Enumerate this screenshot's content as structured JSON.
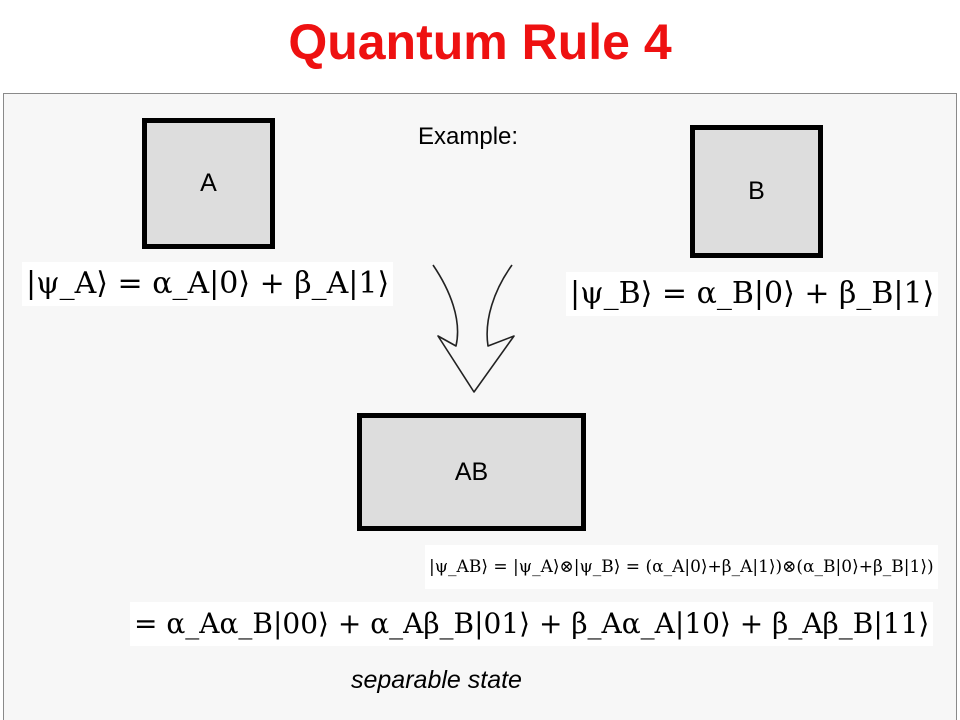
{
  "slide": {
    "title": "Quantum Rule 4",
    "example_label": "Example:",
    "footer_label": "separable state"
  },
  "systems": {
    "a": {
      "label": "A",
      "state": "|ψ_A⟩ = α_A|0⟩ + β_A|1⟩"
    },
    "b": {
      "label": "B",
      "state": "|ψ_B⟩ = α_B|0⟩ + β_B|1⟩"
    },
    "ab": {
      "label": "AB",
      "state_line1": "|ψ_AB⟩ = |ψ_A⟩⊗|ψ_B⟩ = (α_A|0⟩+β_A|1⟩)⊗(α_B|0⟩+β_B|1⟩)",
      "state_line2": "= α_Aα_B|00⟩ + α_Aβ_B|01⟩ + β_Aα_A|10⟩ + β_Aβ_B|11⟩"
    }
  },
  "colors": {
    "title": "#ee1111",
    "box_fill": "#dddddd",
    "box_border": "#000000",
    "panel_bg": "#f7f7f7"
  },
  "icons": {
    "merge_arrow": "merge-arrow-icon"
  }
}
